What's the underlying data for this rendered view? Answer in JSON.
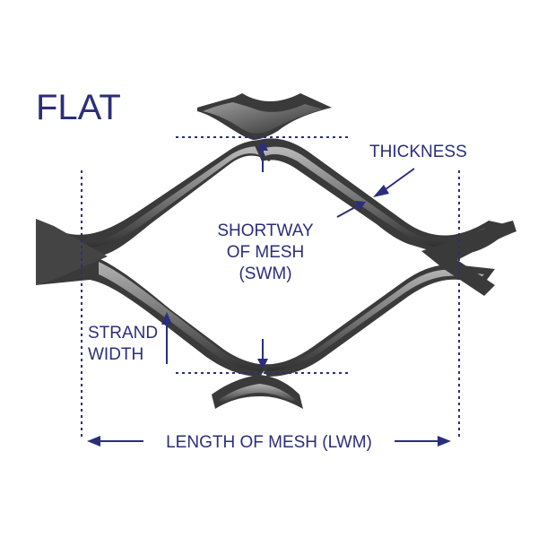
{
  "title": "FLAT",
  "labels": {
    "thickness": "THICKNESS",
    "shortway_line1": "SHORTWAY",
    "shortway_line2": "OF MESH",
    "shortway_line3": "(SWM)",
    "strand_line1": "STRAND",
    "strand_line2": "WIDTH",
    "length": "LENGTH OF MESH (LWM)"
  },
  "colors": {
    "text": "#2b2e7a",
    "metal_dark": "#3c3c3c",
    "metal_light": "#bdbdbd"
  }
}
